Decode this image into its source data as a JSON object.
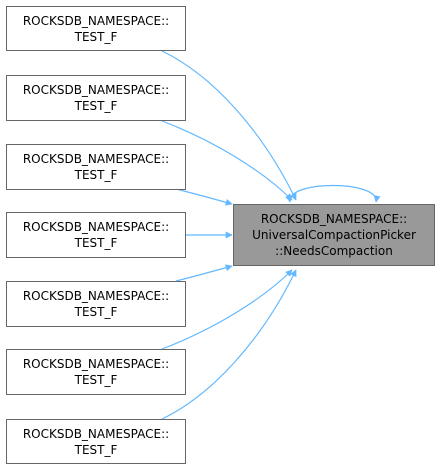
{
  "colors": {
    "edge": "#63B8FF",
    "node_border": "#666666",
    "node_fill": "#FFFFFF",
    "target_fill": "#999999"
  },
  "target": {
    "line1": "ROCKSDB_NAMESPACE::",
    "line2": "UniversalCompactionPicker",
    "line3": "::NeedsCompaction"
  },
  "callers": [
    {
      "line1": "ROCKSDB_NAMESPACE::",
      "line2": "TEST_F"
    },
    {
      "line1": "ROCKSDB_NAMESPACE::",
      "line2": "TEST_F"
    },
    {
      "line1": "ROCKSDB_NAMESPACE::",
      "line2": "TEST_F"
    },
    {
      "line1": "ROCKSDB_NAMESPACE::",
      "line2": "TEST_F"
    },
    {
      "line1": "ROCKSDB_NAMESPACE::",
      "line2": "TEST_F"
    },
    {
      "line1": "ROCKSDB_NAMESPACE::",
      "line2": "TEST_F"
    },
    {
      "line1": "ROCKSDB_NAMESPACE::",
      "line2": "TEST_F"
    }
  ]
}
